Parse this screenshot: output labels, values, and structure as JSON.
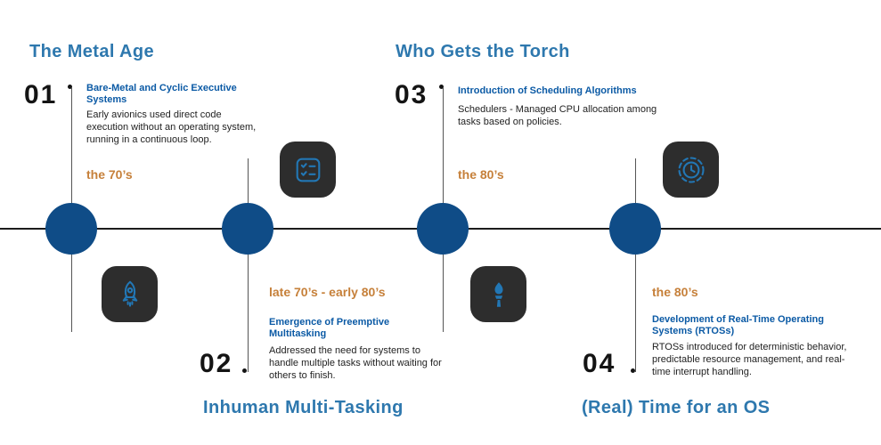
{
  "meta": {
    "kind": "timeline-infographic",
    "topic": "history of real-time operating systems"
  },
  "colors": {
    "accent_blue": "#2277b5",
    "node_navy": "#0f4c87",
    "heading_blue": "#0b5aa5",
    "section_blue": "#2e78ae",
    "era_orange": "#c6803a",
    "icon_box_dark": "#2d2d2d",
    "axis_dark": "#1b1b1b"
  },
  "items": [
    {
      "number": "01",
      "section_title": "The Metal Age",
      "heading": "Bare-Metal and Cyclic Executive Systems",
      "body": "Early avionics used direct code execution without an operating system, running in a continuous loop.",
      "era": "the 70’s",
      "icon": "rocket-icon"
    },
    {
      "number": "02",
      "section_title": "Inhuman Multi-Tasking",
      "heading": "Emergence of Preemptive Multitasking",
      "body": "Addressed the need for systems to handle multiple tasks without waiting for others to finish.",
      "era": "late 70’s - early 80’s",
      "icon": "checklist-icon"
    },
    {
      "number": "03",
      "section_title": "Who Gets the Torch",
      "heading": "Introduction of Scheduling Algorithms",
      "body": "Schedulers - Managed CPU allocation among tasks based on policies.",
      "era": "the 80’s",
      "icon": "torch-icon"
    },
    {
      "number": "04",
      "section_title": "(Real) Time for an OS",
      "heading": "Development of Real-Time Operating Systems (RTOSs)",
      "body": "RTOSs introduced for deterministic behavior, predictable resource management, and real-time interrupt handling.",
      "era": "the 80’s",
      "icon": "clock-icon"
    }
  ]
}
